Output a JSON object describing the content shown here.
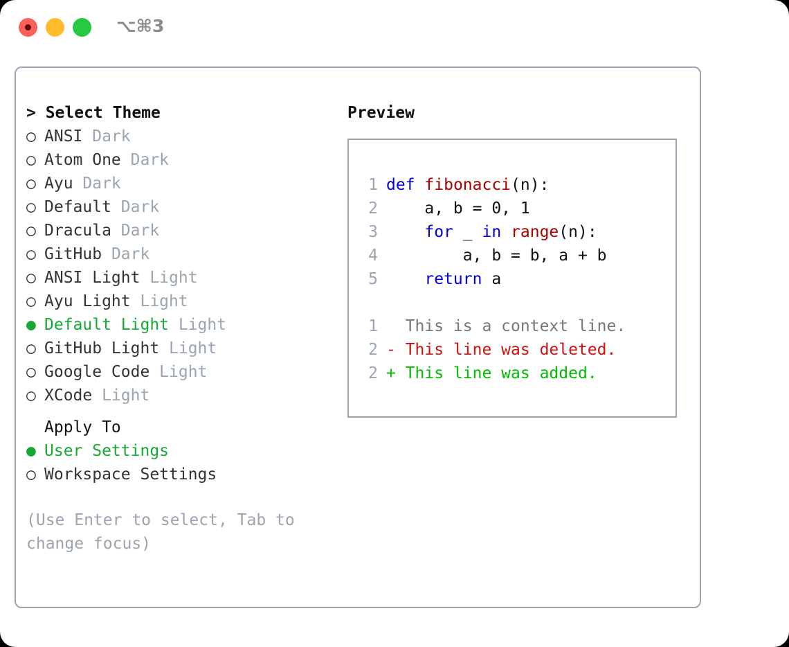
{
  "titlebar": {
    "shortcut": "⌥⌘3",
    "buttons": [
      {
        "name": "close",
        "color": "#ff6058"
      },
      {
        "name": "minimize",
        "color": "#ffbd2e"
      },
      {
        "name": "maximize",
        "color": "#28c840"
      }
    ]
  },
  "theme_panel": {
    "header": "> Select Theme",
    "items": [
      {
        "marker": "○",
        "name": "ANSI",
        "suffix": "Dark",
        "selected": false
      },
      {
        "marker": "○",
        "name": "Atom One",
        "suffix": "Dark",
        "selected": false
      },
      {
        "marker": "○",
        "name": "Ayu",
        "suffix": "Dark",
        "selected": false
      },
      {
        "marker": "○",
        "name": "Default",
        "suffix": "Dark",
        "selected": false
      },
      {
        "marker": "○",
        "name": "Dracula",
        "suffix": "Dark",
        "selected": false
      },
      {
        "marker": "○",
        "name": "GitHub",
        "suffix": "Dark",
        "selected": false
      },
      {
        "marker": "○",
        "name": "ANSI Light",
        "suffix": "Light",
        "selected": false
      },
      {
        "marker": "○",
        "name": "Ayu Light",
        "suffix": "Light",
        "selected": false
      },
      {
        "marker": "●",
        "name": "Default Light",
        "suffix": "Light",
        "selected": true
      },
      {
        "marker": "○",
        "name": "GitHub Light",
        "suffix": "Light",
        "selected": false
      },
      {
        "marker": "○",
        "name": "Google Code",
        "suffix": "Light",
        "selected": false
      },
      {
        "marker": "○",
        "name": "XCode",
        "suffix": "Light",
        "selected": false
      }
    ]
  },
  "apply_to": {
    "header": "Apply To",
    "options": [
      {
        "marker": "●",
        "name": "User Settings",
        "selected": true
      },
      {
        "marker": "○",
        "name": "Workspace Settings",
        "selected": false
      }
    ]
  },
  "hint": "(Use Enter to select, Tab to change focus)",
  "preview": {
    "title": "Preview",
    "code_lines": [
      {
        "no": "1",
        "tokens": [
          {
            "t": "def",
            "c": "kw"
          },
          {
            "t": " ",
            "c": "pl"
          },
          {
            "t": "fibonacci",
            "c": "fn"
          },
          {
            "t": "(n):",
            "c": "pl"
          }
        ]
      },
      {
        "no": "2",
        "tokens": [
          {
            "t": "    a, b = 0, 1",
            "c": "pl"
          }
        ]
      },
      {
        "no": "3",
        "tokens": [
          {
            "t": "    ",
            "c": "pl"
          },
          {
            "t": "for",
            "c": "kw"
          },
          {
            "t": " _ ",
            "c": "pl"
          },
          {
            "t": "in",
            "c": "kw"
          },
          {
            "t": " ",
            "c": "pl"
          },
          {
            "t": "range",
            "c": "fn"
          },
          {
            "t": "(n):",
            "c": "pl"
          }
        ]
      },
      {
        "no": "4",
        "tokens": [
          {
            "t": "        a, b = b, a + b",
            "c": "pl"
          }
        ]
      },
      {
        "no": "5",
        "tokens": [
          {
            "t": "    ",
            "c": "pl"
          },
          {
            "t": "return",
            "c": "kw"
          },
          {
            "t": " a",
            "c": "pl"
          }
        ]
      }
    ],
    "diff_lines": [
      {
        "no": "1",
        "sign": " ",
        "text": " This is a context line.",
        "kind": "diff-ctx"
      },
      {
        "no": "2",
        "sign": "-",
        "text": " This line was deleted.",
        "kind": "diff-del"
      },
      {
        "no": "2",
        "sign": "+",
        "text": " This line was added.",
        "kind": "diff-add"
      }
    ]
  },
  "colors": {
    "accent_green": "#16a935",
    "muted_gray": "#9aa5b1",
    "border": "#9aa5b1",
    "keyword_blue": "#0000dd",
    "function_red": "#aa0000",
    "diff_add_green": "#00bb00",
    "diff_del_red": "#cc1111"
  }
}
